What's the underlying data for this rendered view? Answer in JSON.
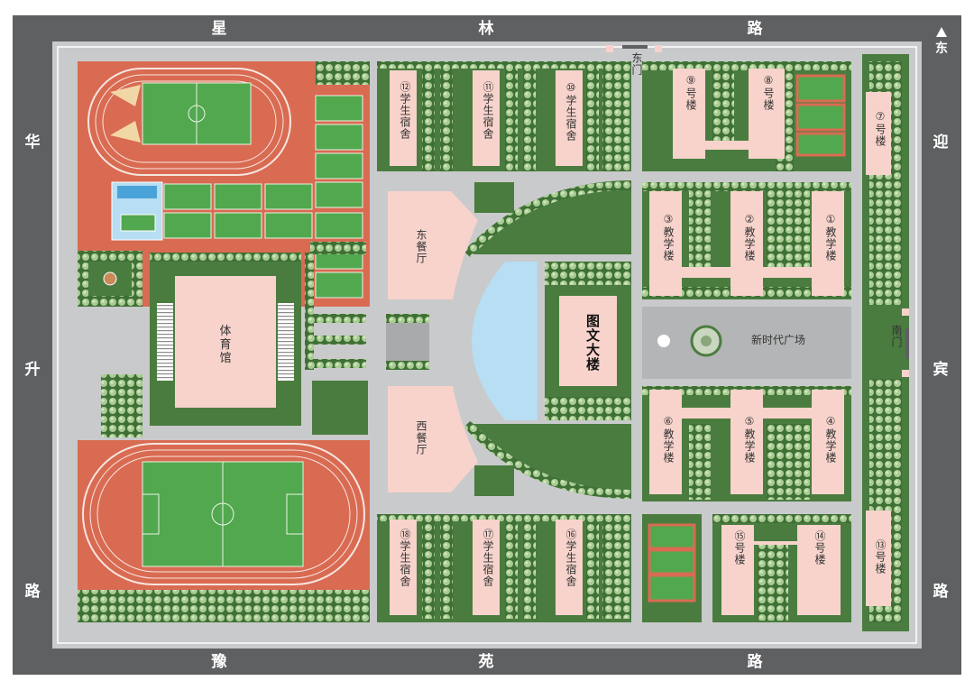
{
  "colors": {
    "road": "#5f6062",
    "campus_ground": "#c9cacb",
    "grass": "#4a7c3f",
    "track": "#d96b52",
    "pitch": "#52a84f",
    "building": "#f7d3cc",
    "pond": "#b7def2",
    "plaza": "#bfbfbf",
    "tree": "#9fc48b"
  },
  "roads": {
    "north": [
      "星",
      "林",
      "路"
    ],
    "south": [
      "豫",
      "苑",
      "路"
    ],
    "west": [
      "华",
      "升",
      "路"
    ],
    "east": [
      "迎",
      "宾",
      "路"
    ]
  },
  "compass": {
    "label": "东",
    "icon": "north-arrow-icon"
  },
  "gates": {
    "east_gate": "东门",
    "south_gate": "南门"
  },
  "buildings": {
    "gym": "体育馆",
    "library": "图文大楼",
    "east_canteen": "东餐厅",
    "west_canteen": "西餐厅",
    "plaza": "新时代广场",
    "b1": "①教学楼",
    "b2": "②教学楼",
    "b3": "③教学楼",
    "b4": "④教学楼",
    "b5": "⑤教学楼",
    "b6": "⑥教学楼",
    "b7": "⑦号楼",
    "b8": "⑧号楼",
    "b9": "⑨号楼",
    "b10": "⑩学生宿舍",
    "b11": "⑪学生宿舍",
    "b12": "⑫学生宿舍",
    "b13": "⑬号楼",
    "b14": "⑭号楼",
    "b15": "⑮号楼",
    "b16": "⑯学生宿舍",
    "b17": "⑰学生宿舍",
    "b18": "⑱学生宿舍"
  }
}
